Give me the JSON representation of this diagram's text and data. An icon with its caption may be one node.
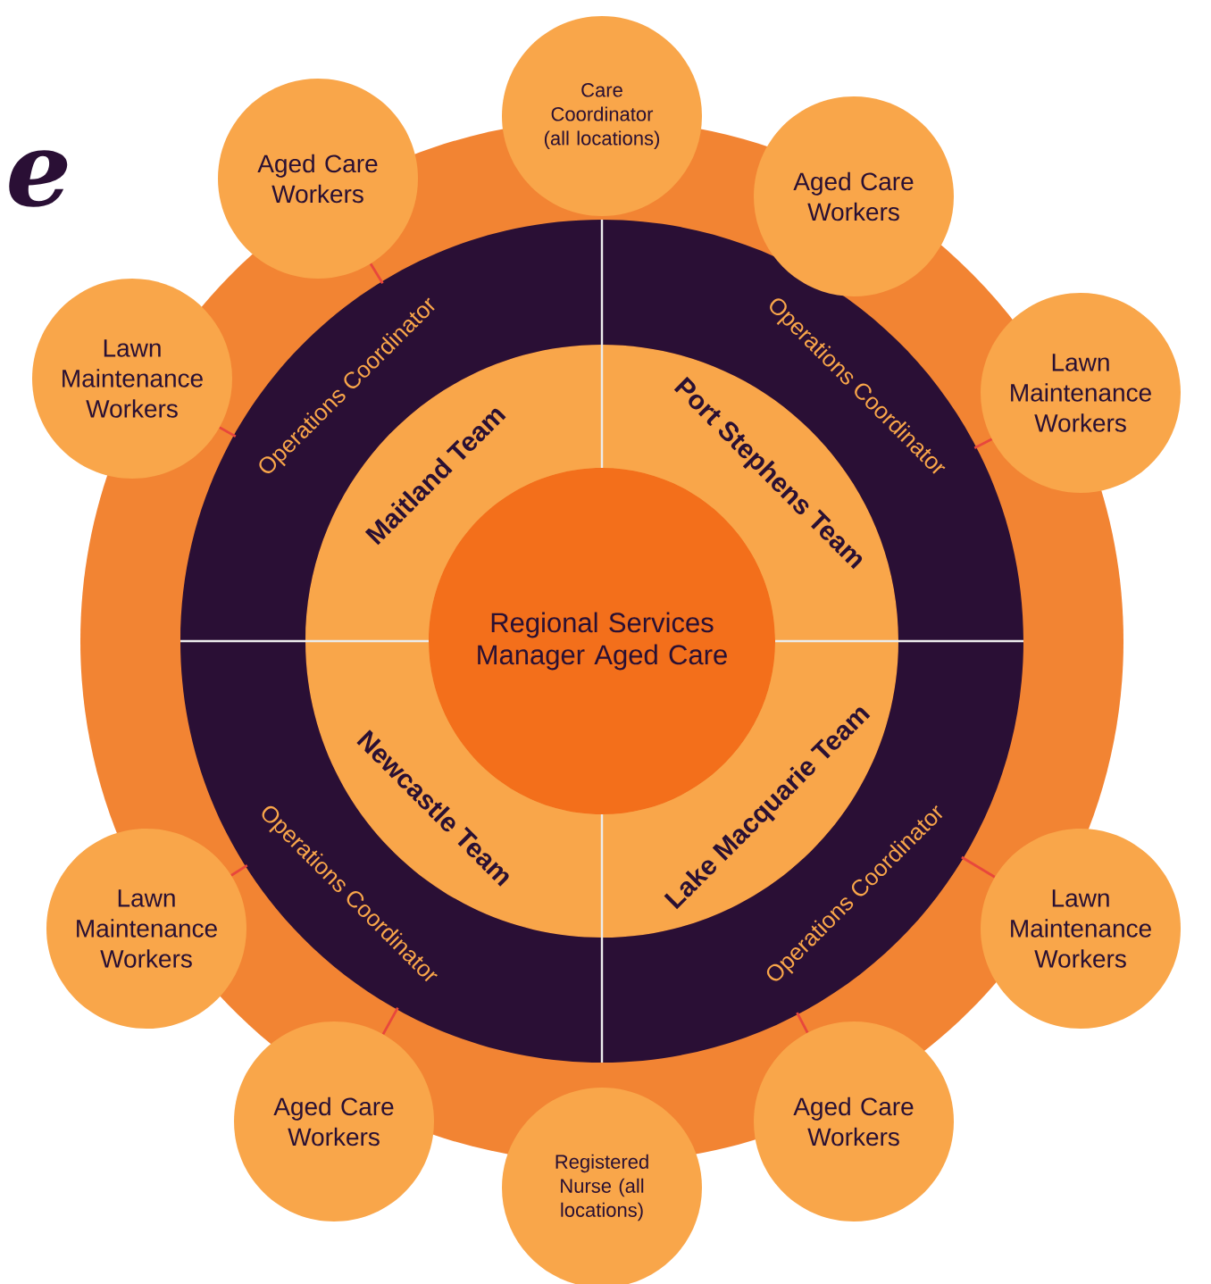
{
  "diagram": {
    "nodes": [
      {
        "text": [
          "Regional Services Manager Aged Care"
        ]
      },
      {
        "text": [
          "Maitland Team"
        ]
      },
      {
        "text": [
          "Port Stephens Team"
        ]
      },
      {
        "text": [
          "Newcastle Team"
        ]
      },
      {
        "text": [
          "Lake Macquarie Team"
        ]
      },
      {
        "text": [
          "Operations Coordinator"
        ]
      },
      {
        "text": [
          "Operations Coordinator"
        ]
      },
      {
        "text": [
          "Operations Coordinator"
        ]
      },
      {
        "text": [
          "Operations Coordinator"
        ]
      },
      {
        "text": [
          "Care Coordinator (all locations)"
        ]
      },
      {
        "text": [
          "Aged Care Workers"
        ]
      },
      {
        "text": [
          "Aged Care Workers"
        ]
      },
      {
        "text": [
          "Lawn Maintenance Workers"
        ]
      },
      {
        "text": [
          "Lawn Maintenance Workers"
        ]
      },
      {
        "text": [
          "Lawn Maintenance Workers"
        ]
      },
      {
        "text": [
          "Lawn Maintenance Workers"
        ]
      },
      {
        "text": [
          "Aged Care Workers"
        ]
      },
      {
        "text": [
          "Aged Care Workers"
        ]
      },
      {
        "text": [
          "Registered Nurse (all locations)"
        ]
      }
    ],
    "edges": [
      {
        "from": 10,
        "to": 5,
        "arrow": "none"
      },
      {
        "from": 12,
        "to": 5,
        "arrow": "none"
      },
      {
        "from": 11,
        "to": 6,
        "arrow": "none"
      },
      {
        "from": 13,
        "to": 6,
        "arrow": "none"
      },
      {
        "from": 14,
        "to": 7,
        "arrow": "none"
      },
      {
        "from": 16,
        "to": 7,
        "arrow": "none"
      },
      {
        "from": 15,
        "to": 8,
        "arrow": "none"
      },
      {
        "from": 17,
        "to": 8,
        "arrow": "none"
      }
    ],
    "labels": [
      "e"
    ]
  }
}
